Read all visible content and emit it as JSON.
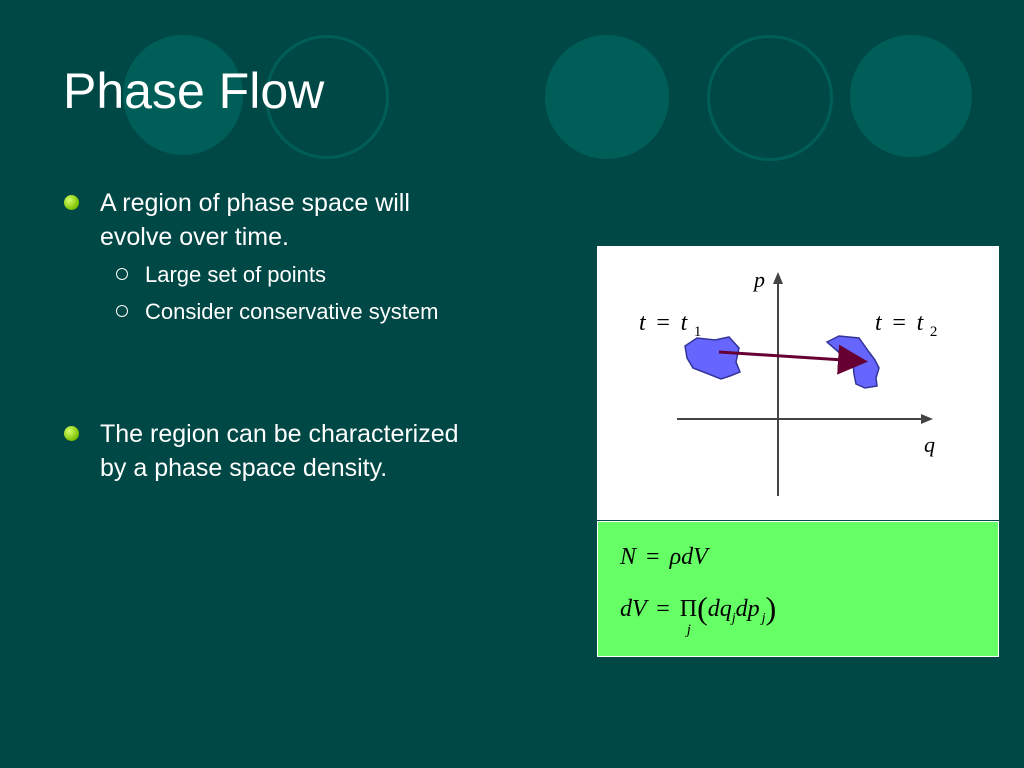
{
  "slide": {
    "title": "Phase Flow",
    "bullets": [
      {
        "text": "A region of phase space will evolve over time.",
        "subitems": [
          "Large set of points",
          "Consider conservative system"
        ]
      },
      {
        "text": "The region can be characterized by a phase space density."
      }
    ]
  },
  "figure": {
    "axis_p": "p",
    "axis_q": "q",
    "label_t1": {
      "lhs": "t",
      "eq": "=",
      "var": "t",
      "sub": "1"
    },
    "label_t2": {
      "lhs": "t",
      "eq": "=",
      "var": "t",
      "sub": "2"
    }
  },
  "equations": {
    "line1": {
      "lhs": "N",
      "eq": "=",
      "rho": "ρ",
      "rhs": "dV"
    },
    "line2": {
      "lhs": "dV",
      "eq": "=",
      "prod": "Π",
      "prod_sub": "j",
      "open": "(",
      "dq": "dq",
      "sub1": "j",
      "dp": "dp",
      "sub2": "j",
      "close": ")"
    }
  },
  "colors": {
    "background": "#004845",
    "decor": "#005e59",
    "bullet": "#7cc000",
    "region_fill": "#6666ff",
    "arrow": "#660033",
    "equation_box": "#66ff66"
  }
}
